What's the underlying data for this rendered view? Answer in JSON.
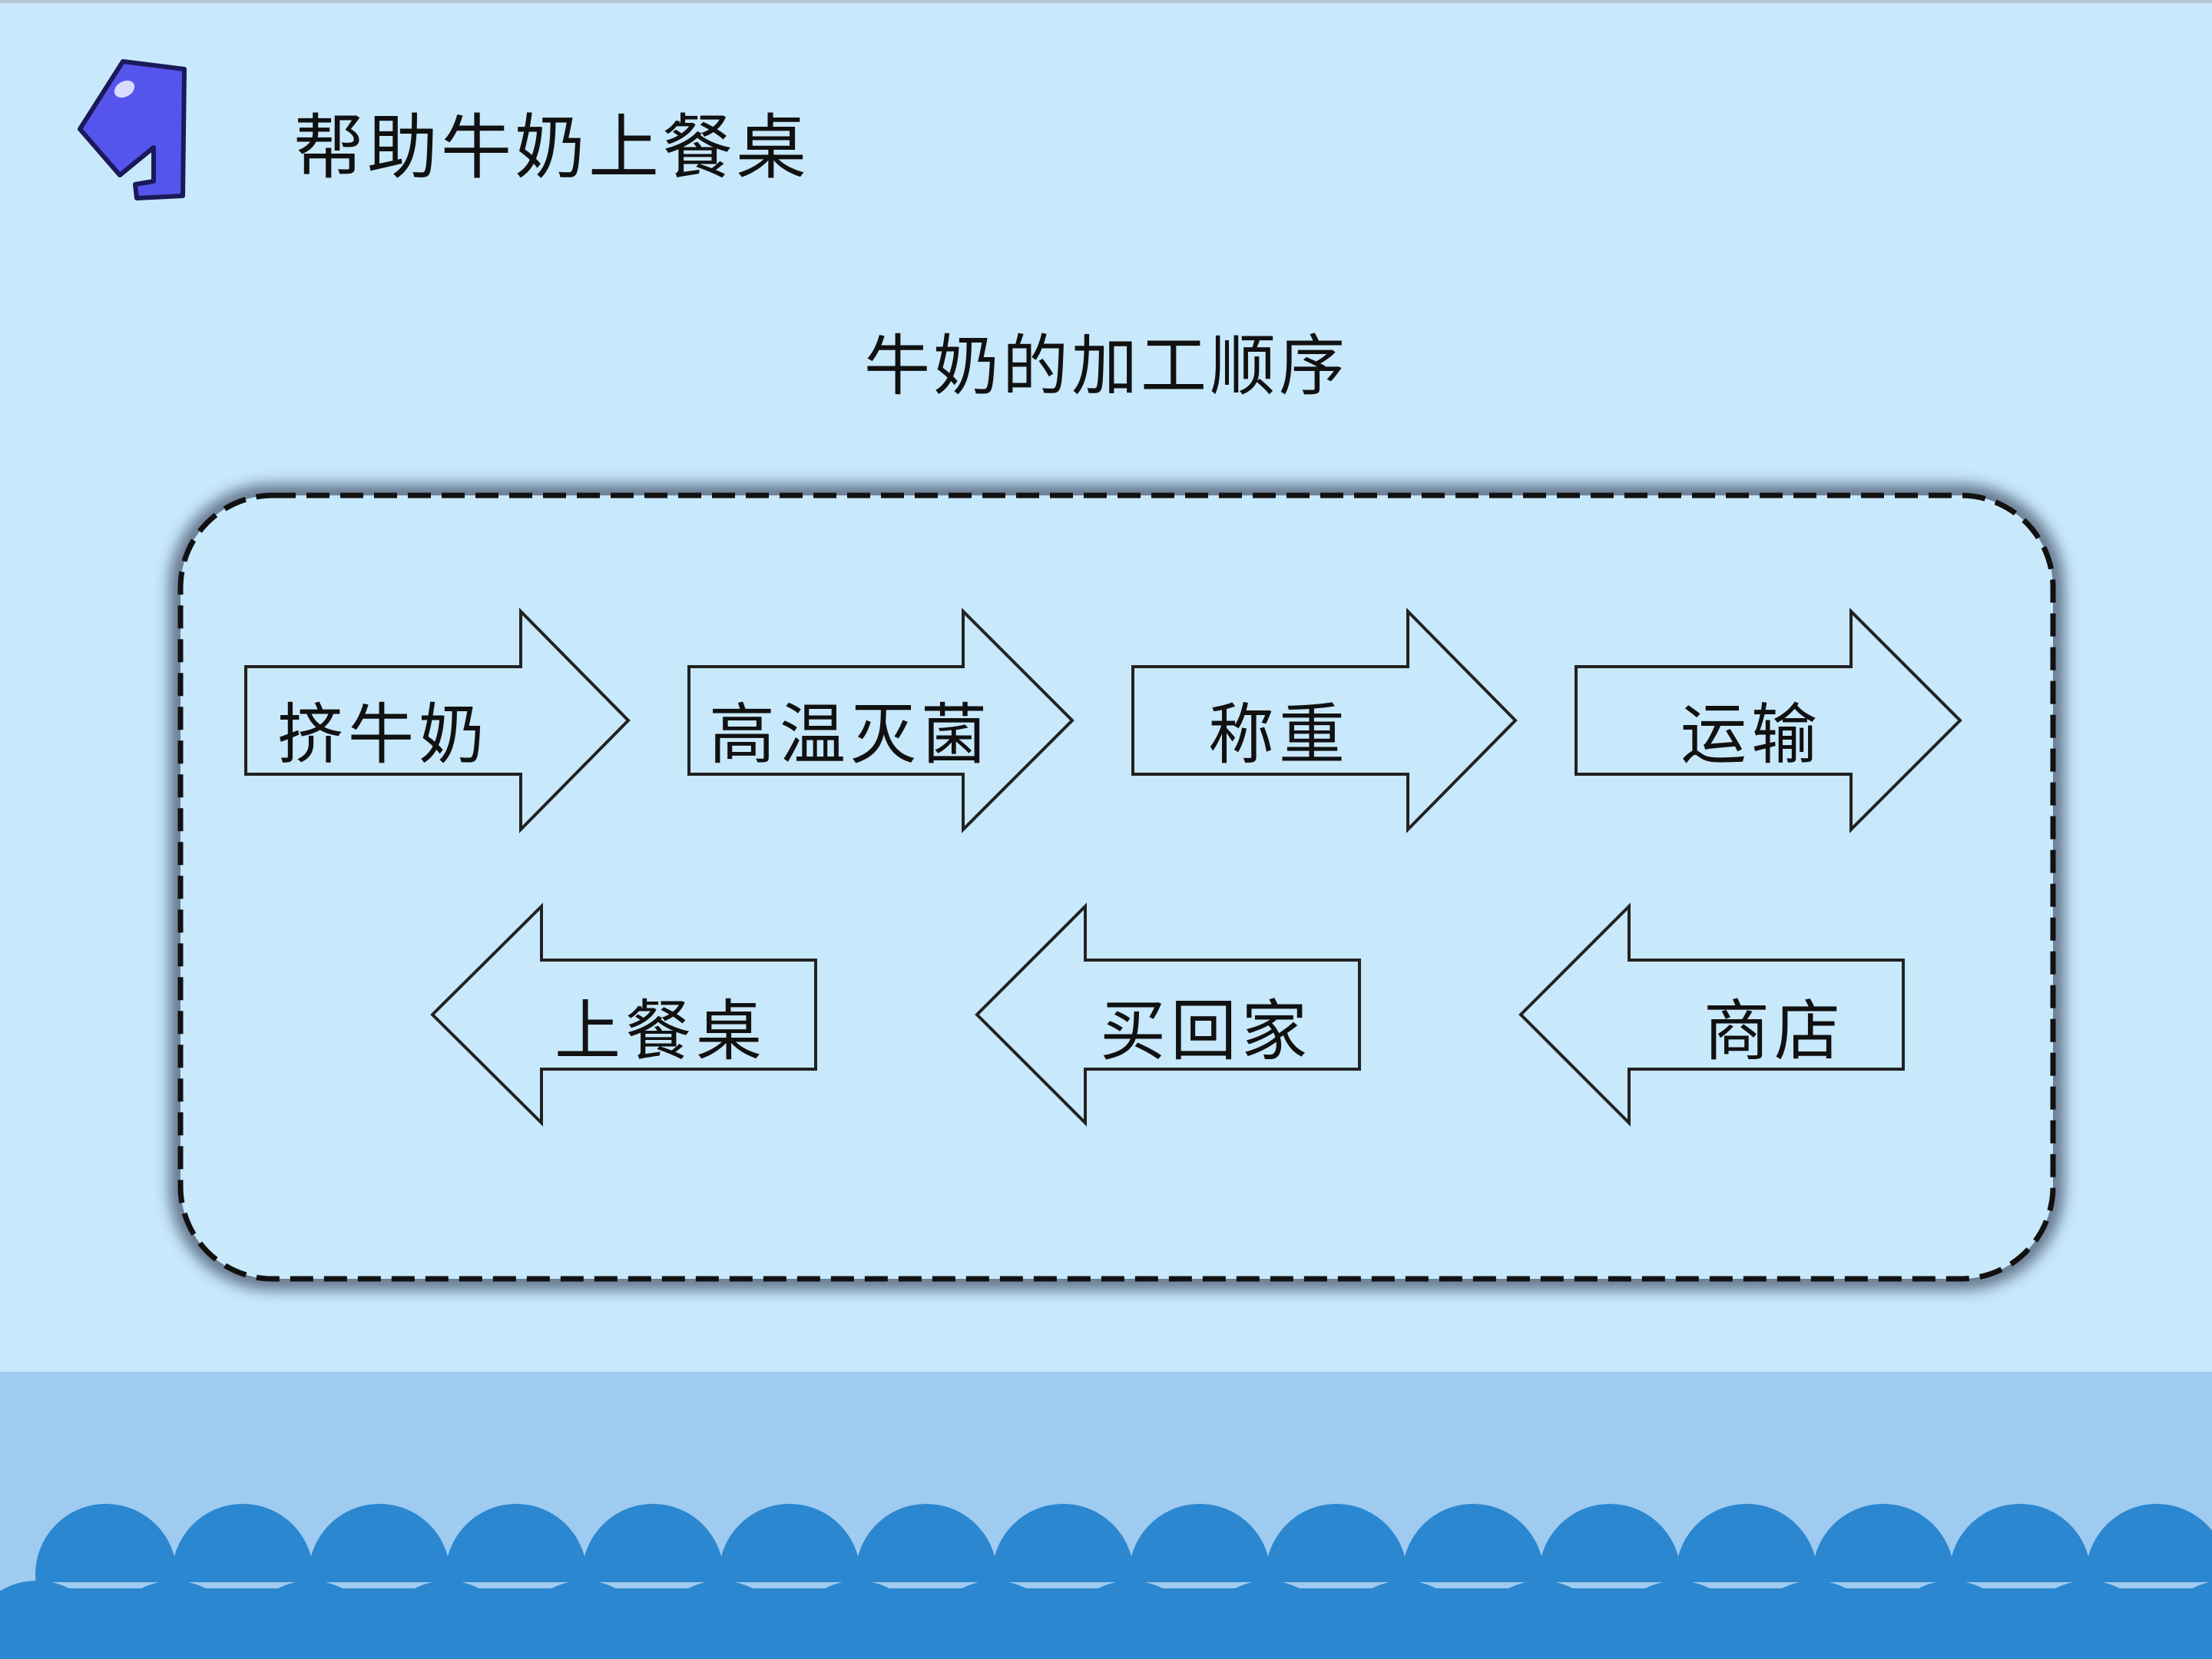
{
  "slide": {
    "title": "帮助牛奶上餐桌",
    "subtitle": "牛奶的加工顺序"
  },
  "process": {
    "steps_forward": [
      "挤牛奶",
      "高温灭菌",
      "称重",
      "运输"
    ],
    "steps_return": [
      "商店",
      "买回家",
      "上餐桌"
    ]
  },
  "colors": {
    "background": "#c8e8fb",
    "footer_band": "#9fcbf0",
    "waves": "#2b87cf",
    "logo_fill": "#5555ee",
    "logo_outline": "#1a1a5a"
  },
  "icons": {
    "logo": "number-seven-icon"
  }
}
